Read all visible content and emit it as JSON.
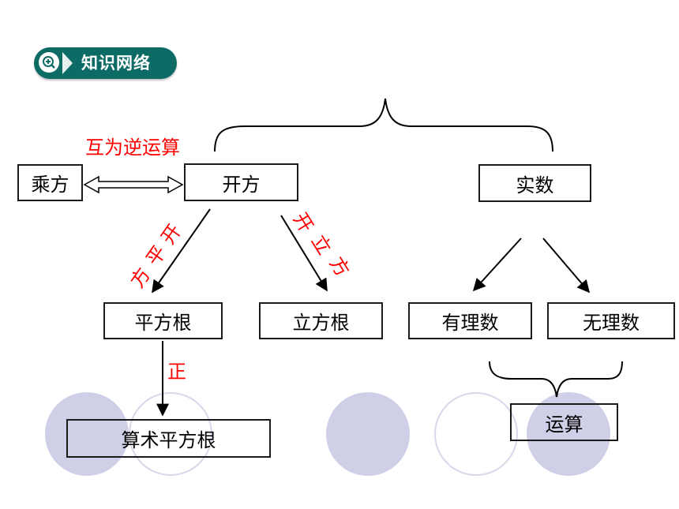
{
  "header": {
    "title": "知识网络"
  },
  "nodes": {
    "chengfang": "乘方",
    "kaifang": "开方",
    "shishu": "实数",
    "pingfanggen": "平方根",
    "lifanggen": "立方根",
    "youlishu": "有理数",
    "wulishu": "无理数",
    "suanshu_pingfanggen": "算术平方根",
    "yunsuan": "运算"
  },
  "edge_labels": {
    "inverse": "互为逆运算",
    "kai_pingfang": [
      "开",
      "平",
      "方"
    ],
    "kai_lifang": [
      "开",
      "立",
      "方"
    ],
    "zheng": "正"
  },
  "colors": {
    "badge": "#0d6b66",
    "label_red": "#ff0000",
    "circle_fill": "#cfcfe8"
  },
  "icons": [
    "zoom-in-icon",
    "chevron-right-icon"
  ]
}
